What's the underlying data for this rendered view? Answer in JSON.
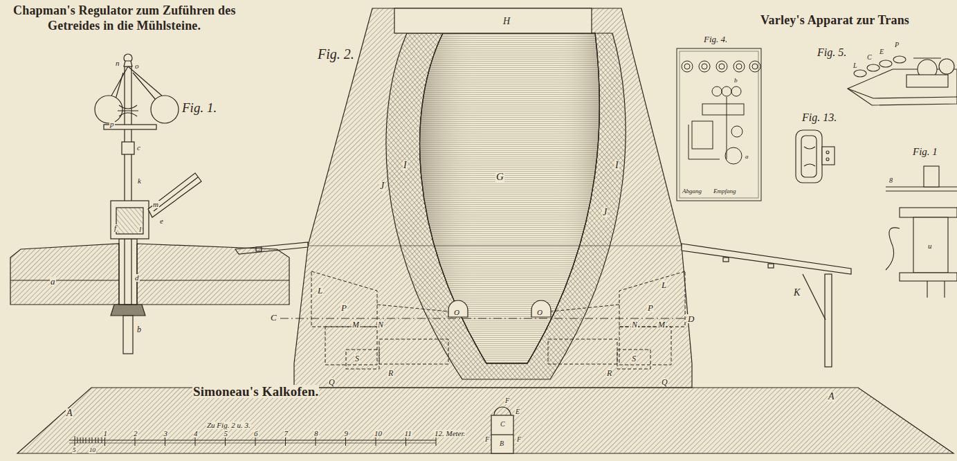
{
  "diagram": {
    "labels": [
      "Chapman's Regulator zum Zuführen des",
      "Getreides in die Mühlsteine.",
      "Fig. 1.",
      "Fig. 2.",
      "Varley's Apparat zur Trans",
      "Fig. 4.",
      "Fig. 5.",
      "Fig. 13.",
      "Fig. 1",
      "Simoneau's Kalkofen.",
      "Zu Fig. 2 u. 3.",
      "1",
      "2",
      "3",
      "4",
      "5",
      "6",
      "7",
      "8",
      "9",
      "10",
      "11",
      "12. Meter.",
      "5",
      "10",
      "H",
      "G",
      "I",
      "I",
      "J",
      "J",
      "L",
      "L",
      "P",
      "P",
      "M",
      "M",
      "N",
      "N",
      "O",
      "O",
      "S",
      "S",
      "Q",
      "Q",
      "R",
      "R",
      "C",
      "D",
      "K",
      "A",
      "A",
      "F",
      "E",
      "C",
      "F",
      "B",
      "F",
      "n",
      "o",
      "p",
      "c",
      "k",
      "m",
      "e",
      "f",
      "l",
      "a",
      "b",
      "d",
      "Abgang",
      "Empfang",
      "a",
      "b",
      "L",
      "C",
      "E",
      "P",
      "8",
      "u"
    ]
  }
}
